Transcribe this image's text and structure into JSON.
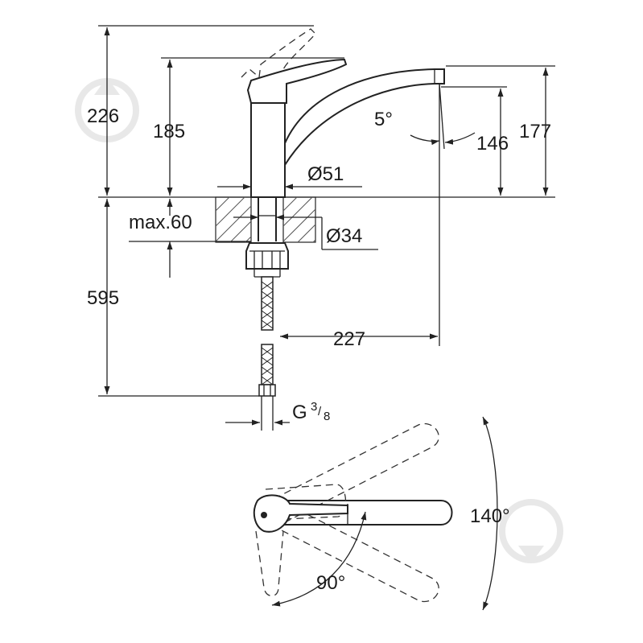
{
  "dimensions": {
    "height_lever_open": "226",
    "height_body": "185",
    "spout_diameter": "Ø51",
    "spout_angle": "5°",
    "outlet_height": "146",
    "spout_height": "177",
    "max_thickness": "max.60",
    "hole_diameter": "Ø34",
    "hose_length": "595",
    "spout_reach": "227",
    "connection_thread": "G",
    "thread_numerator": "3",
    "thread_denominator": "8",
    "swivel_angle": "140°",
    "lever_angle": "90°"
  },
  "colors": {
    "line": "#222222",
    "watermark": "#d6d6d6"
  }
}
